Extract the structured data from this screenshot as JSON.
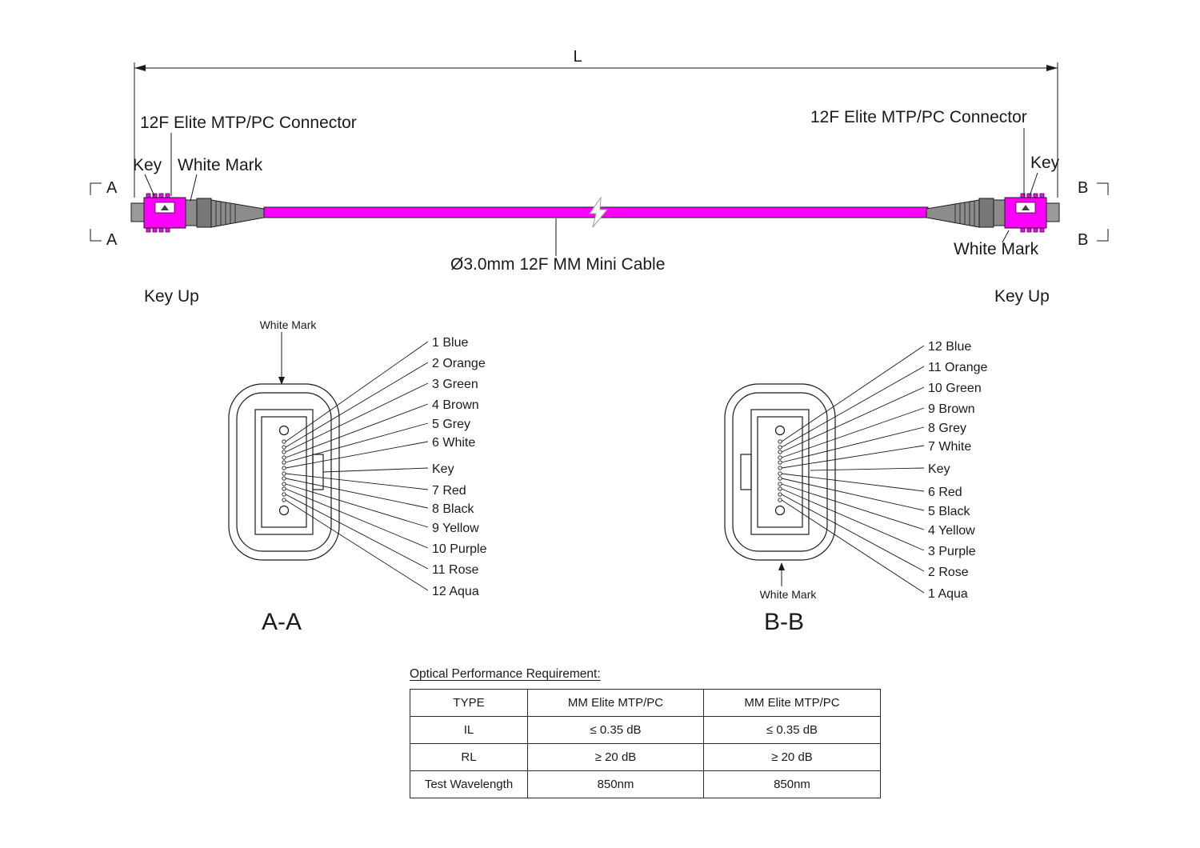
{
  "assembly": {
    "dim_label": "L",
    "left_connector_label": "12F Elite MTP/PC Connector",
    "right_connector_label": "12F Elite MTP/PC Connector",
    "left_key": "Key",
    "right_key": "Key",
    "left_white_mark": "White Mark",
    "right_white_mark": "White Mark",
    "cable_label": "Ø3.0mm 12F MM Mini Cable",
    "left_key_up": "Key Up",
    "right_key_up": "Key Up",
    "section_a_top": "A",
    "section_a_bottom": "A",
    "section_b_top": "B",
    "section_b_bottom": "B"
  },
  "section_aa": {
    "title": "A-A",
    "white_mark_label": "White Mark",
    "labels": [
      "1 Blue",
      "2 Orange",
      "3 Green",
      "4 Brown",
      "5 Grey",
      "6 White",
      "Key",
      "7 Red",
      "8 Black",
      "9 Yellow",
      "10 Purple",
      "11 Rose",
      "12 Aqua"
    ]
  },
  "section_bb": {
    "title": "B-B",
    "white_mark_label": "White Mark",
    "labels": [
      "12 Blue",
      "11 Orange",
      "10 Green",
      "9 Brown",
      "8 Grey",
      "7 White",
      "Key",
      "6 Red",
      "5 Black",
      "4 Yellow",
      "3 Purple",
      "2 Rose",
      "1 Aqua"
    ]
  },
  "table": {
    "title": "Optical Performance Requirement:",
    "headers": [
      "TYPE",
      "MM Elite MTP/PC",
      "MM Elite MTP/PC"
    ],
    "rows": [
      [
        "IL",
        "≤ 0.35 dB",
        "≤ 0.35 dB"
      ],
      [
        "RL",
        "≥ 20 dB",
        "≥ 20 dB"
      ],
      [
        "Test Wavelength",
        "850nm",
        "850nm"
      ]
    ]
  },
  "colors": {
    "cable_magenta": "#FF00FF",
    "connector_grey": "#8C8C8C",
    "line_black": "#1A1A1A"
  }
}
